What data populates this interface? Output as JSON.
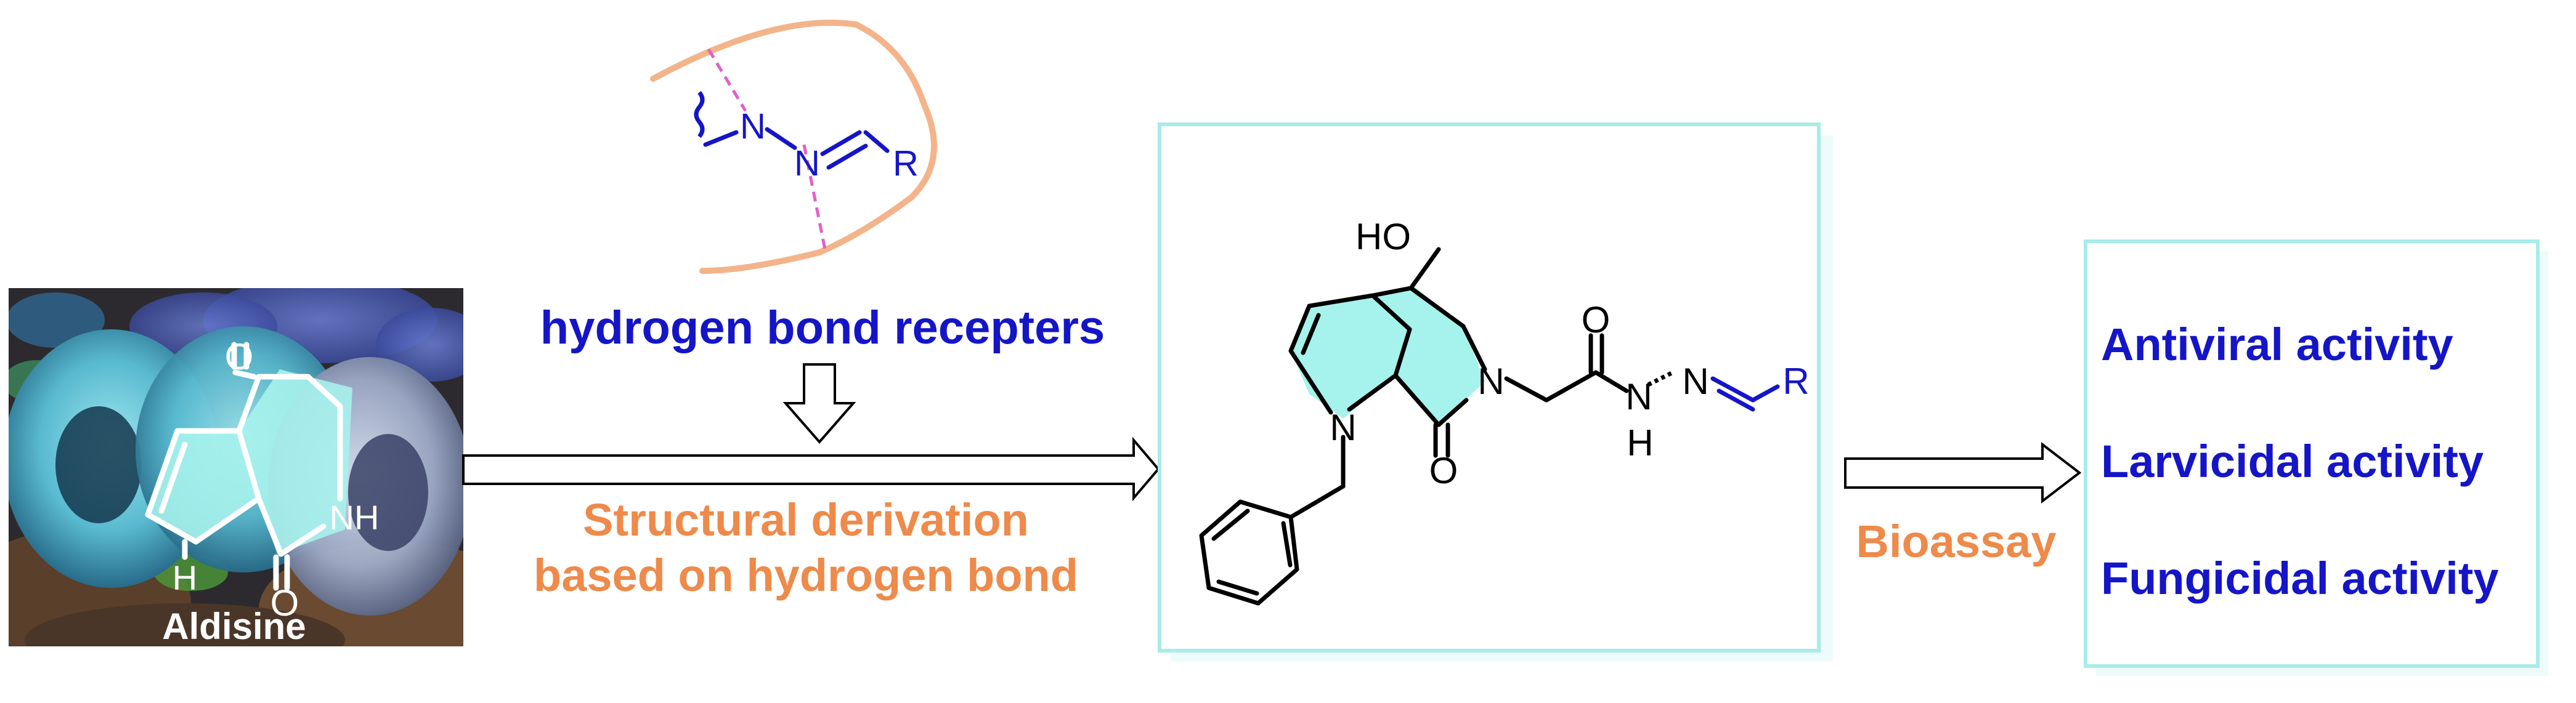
{
  "photo": {
    "label": "Aldisine",
    "atoms": {
      "o_top": "O",
      "o_bottom": "O",
      "nh_right": "NH",
      "nh_left": "H"
    }
  },
  "receptor": {
    "atoms": {
      "n1": "N",
      "n2": "N",
      "r": "R"
    }
  },
  "hbond_label": "hydrogen bond recepters",
  "derivation_label_1": "Structural derivation",
  "derivation_label_2": "based on hydrogen bond",
  "molecule": {
    "atoms": {
      "ho": "HO",
      "n_ring": "N",
      "n_pyrrole": "N",
      "o_lactam": "O",
      "o_amide": "O",
      "nh_n": "N",
      "nh_h": "H",
      "n_imine": "N",
      "r": "R"
    }
  },
  "bioassay_label": "Bioassay",
  "activities": [
    {
      "label": "Antiviral activity"
    },
    {
      "label": "Larvicidal activity"
    },
    {
      "label": "Fungicidal activity"
    }
  ],
  "colors": {
    "blue_text": "#1515c8",
    "orange_text": "#ee8a4a",
    "cyan_fill": "#a6f2ec",
    "box_border": "#a8ece8",
    "pocket": "#f3b48a",
    "hbond_dash": "#e060c8"
  }
}
